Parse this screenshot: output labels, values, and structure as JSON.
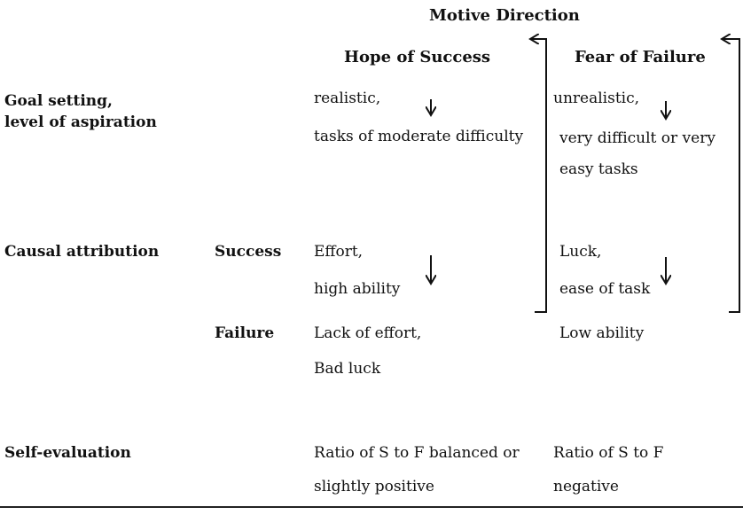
{
  "header": {
    "title": "Motive Direction"
  },
  "columns": {
    "hope": "Hope of Success",
    "fear": "Fear of Failure"
  },
  "goal": {
    "label_line1": "Goal setting,",
    "label_line2": "level of aspiration",
    "hope_line1": "realistic,",
    "hope_line2": "tasks of moderate difficulty",
    "fear_line1": "unrealistic,",
    "fear_line2": "very difficult or very",
    "fear_line3": "easy tasks"
  },
  "causal": {
    "label": "Causal attribution",
    "success_label": "Success",
    "success_hope_line1": "Effort,",
    "success_hope_line2": "high ability",
    "success_fear_line1": "Luck,",
    "success_fear_line2": "ease of task",
    "failure_label": "Failure",
    "failure_hope_line1": "Lack of effort,",
    "failure_hope_line2": "Bad luck",
    "failure_fear_line1": "Low ability"
  },
  "selfeval": {
    "label": "Self-evaluation",
    "hope_line1": "Ratio of S to F balanced or",
    "hope_line2": "slightly positive",
    "fear_line1": "Ratio of S to F",
    "fear_line2": "negative"
  }
}
